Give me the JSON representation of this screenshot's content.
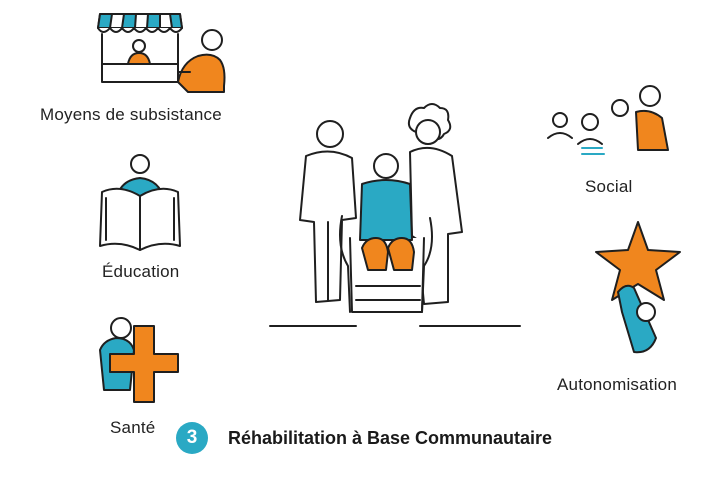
{
  "colors": {
    "accent_teal": "#2aa9c4",
    "accent_orange": "#f0861e",
    "ink": "#1f1f1f"
  },
  "components": [
    {
      "id": "livelihood",
      "label": "Moyens de subsistance",
      "icon": "market-stall-icon"
    },
    {
      "id": "education",
      "label": "Éducation",
      "icon": "reading-book-icon"
    },
    {
      "id": "health",
      "label": "Santé",
      "icon": "health-cross-icon"
    },
    {
      "id": "social",
      "label": "Social",
      "icon": "group-people-icon"
    },
    {
      "id": "empowerment",
      "label": "Autonomisation",
      "icon": "star-raise-icon"
    }
  ],
  "center_icon": "wheelchair-group-icon",
  "footer": {
    "number": "3",
    "title": "Réhabilitation à Base Communautaire"
  }
}
